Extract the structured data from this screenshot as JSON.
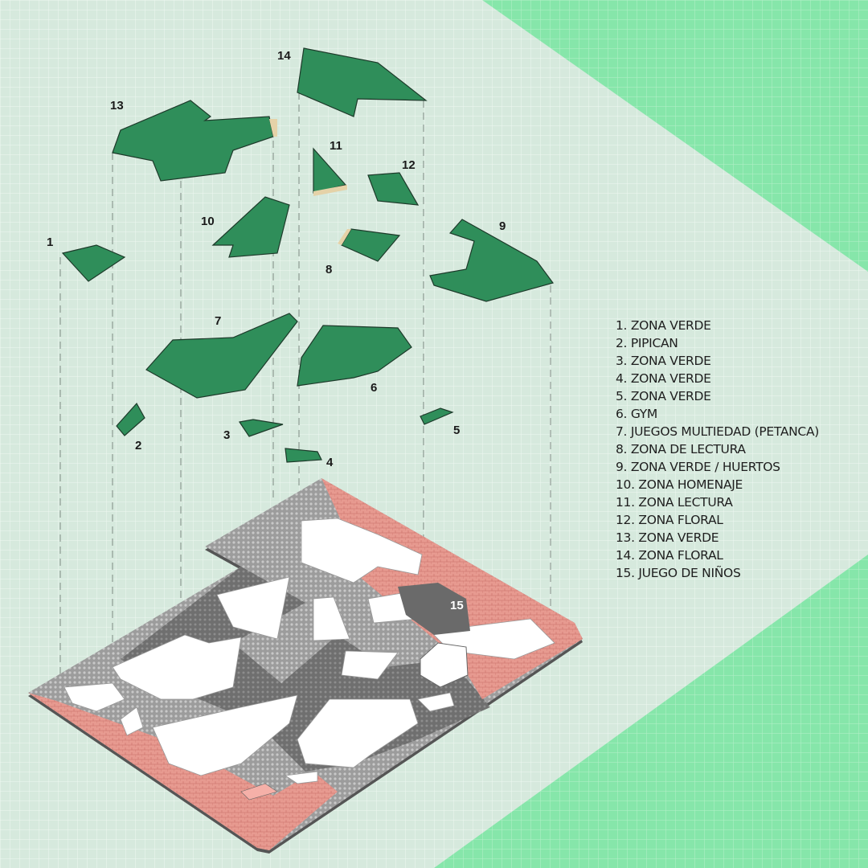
{
  "colors": {
    "background": "#d6e9dd",
    "accent_green": "#86e6aa",
    "zone_green": "#2f8e5a",
    "pavement_pink": "#e79a90",
    "pavement_gray": "#8a8a8a"
  },
  "zone_numbers": [
    "1",
    "2",
    "3",
    "4",
    "5",
    "6",
    "7",
    "8",
    "9",
    "10",
    "11",
    "12",
    "13",
    "14",
    "15"
  ],
  "legend": [
    "1. ZONA VERDE",
    "2. PIPICAN",
    "3. ZONA VERDE",
    "4. ZONA VERDE",
    "5. ZONA VERDE",
    "6. GYM",
    "7. JUEGOS MULTIEDAD (PETANCA)",
    "8. ZONA DE LECTURA",
    "9. ZONA VERDE / HUERTOS",
    "10. ZONA HOMENAJE",
    "11.  ZONA LECTURA",
    "12. ZONA FLORAL",
    "13. ZONA VERDE",
    "14. ZONA FLORAL",
    "15. JUEGO DE NIÑOS"
  ]
}
